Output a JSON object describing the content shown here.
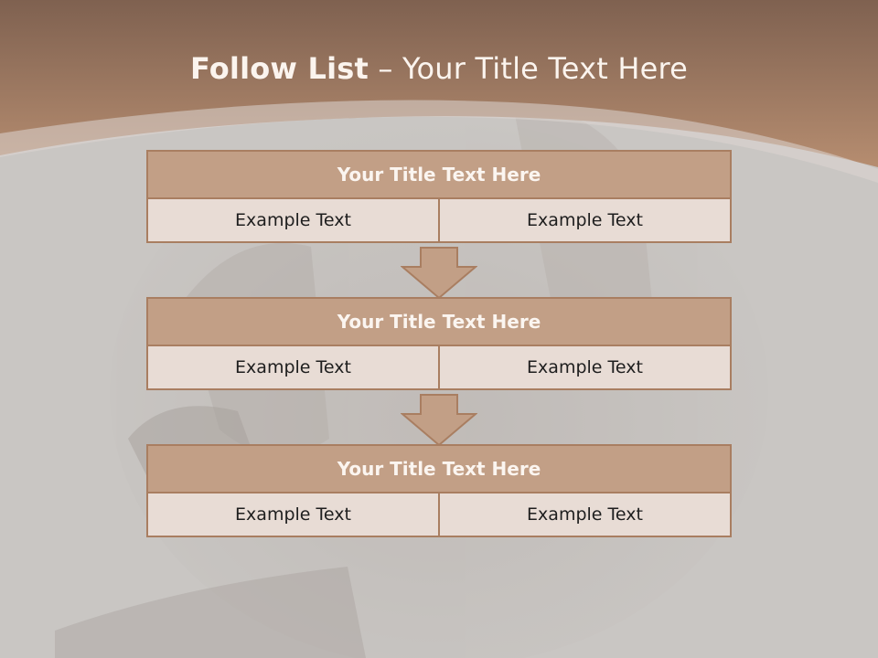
{
  "slide": {
    "title_bold": "Follow List",
    "title_separator": " – ",
    "title_rest": "Your Title Text Here"
  },
  "steps": [
    {
      "title": "Your Title Text Here",
      "left": "Example Text",
      "right": "Example Text"
    },
    {
      "title": "Your Title Text Here",
      "left": "Example Text",
      "right": "Example Text"
    },
    {
      "title": "Your Title Text Here",
      "left": "Example Text",
      "right": "Example Text"
    }
  ],
  "colors": {
    "header_band": "#9a7259",
    "box_header": "#c29f86",
    "box_cell": "#e8dcd5",
    "border": "#a97e61"
  }
}
